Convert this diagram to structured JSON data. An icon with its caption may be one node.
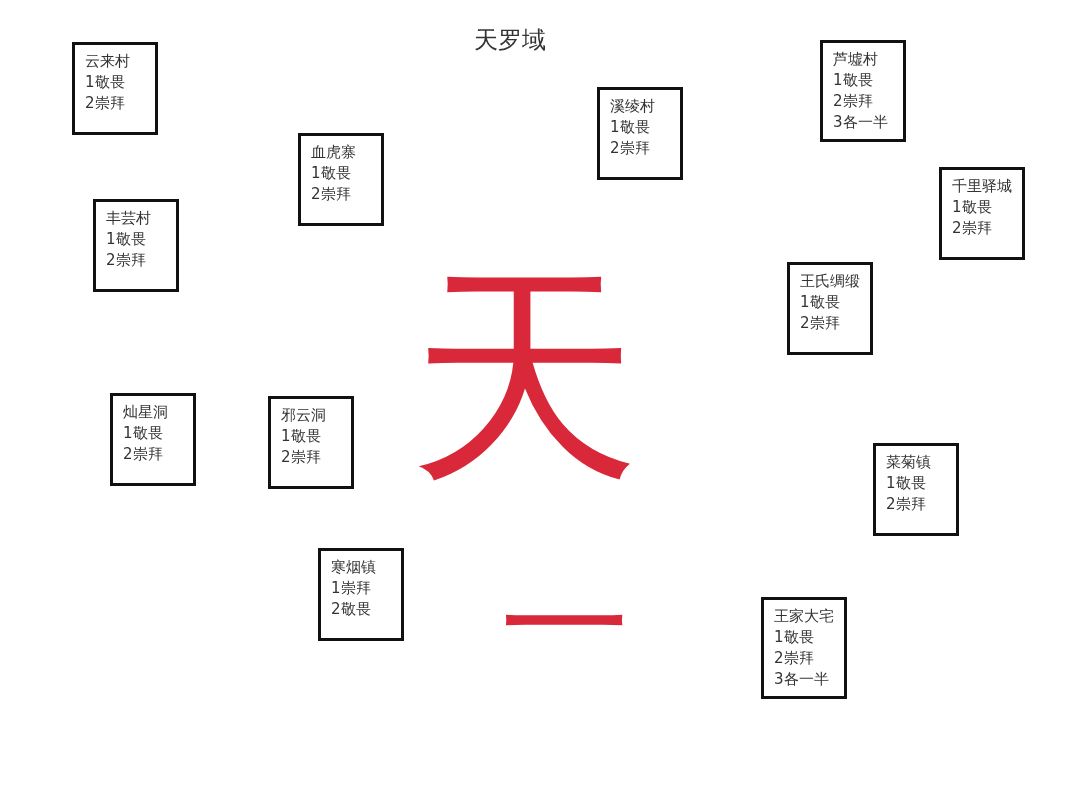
{
  "diagram": {
    "title": "天罗域",
    "nodes": [
      {
        "text": [
          "云来村",
          "1敬畏",
          "2崇拜"
        ]
      },
      {
        "text": [
          "芦墟村",
          "1敬畏",
          "2崇拜",
          "3各一半"
        ]
      },
      {
        "text": [
          "溪绫村",
          "1敬畏",
          "2崇拜"
        ]
      },
      {
        "text": [
          "血虎寨",
          "1敬畏",
          "2崇拜"
        ]
      },
      {
        "text": [
          "千里驿城",
          "1敬畏",
          "2崇拜"
        ]
      },
      {
        "text": [
          "丰芸村",
          "1敬畏",
          "2崇拜"
        ]
      },
      {
        "text": [
          "王氏绸缎",
          "1敬畏",
          "2崇拜"
        ]
      },
      {
        "text": [
          "灿星洞",
          "1敬畏",
          "2崇拜"
        ]
      },
      {
        "text": [
          "邪云洞",
          "1敬畏",
          "2崇拜"
        ]
      },
      {
        "text": [
          "菜菊镇",
          "1敬畏",
          "2崇拜"
        ]
      },
      {
        "text": [
          "寒烟镇",
          "1崇拜",
          "2敬畏"
        ]
      },
      {
        "text": [
          "王家大宅",
          "1敬畏",
          "2崇拜",
          "3各一半"
        ]
      }
    ],
    "edges": [],
    "labels": [
      "天",
      "一"
    ]
  }
}
